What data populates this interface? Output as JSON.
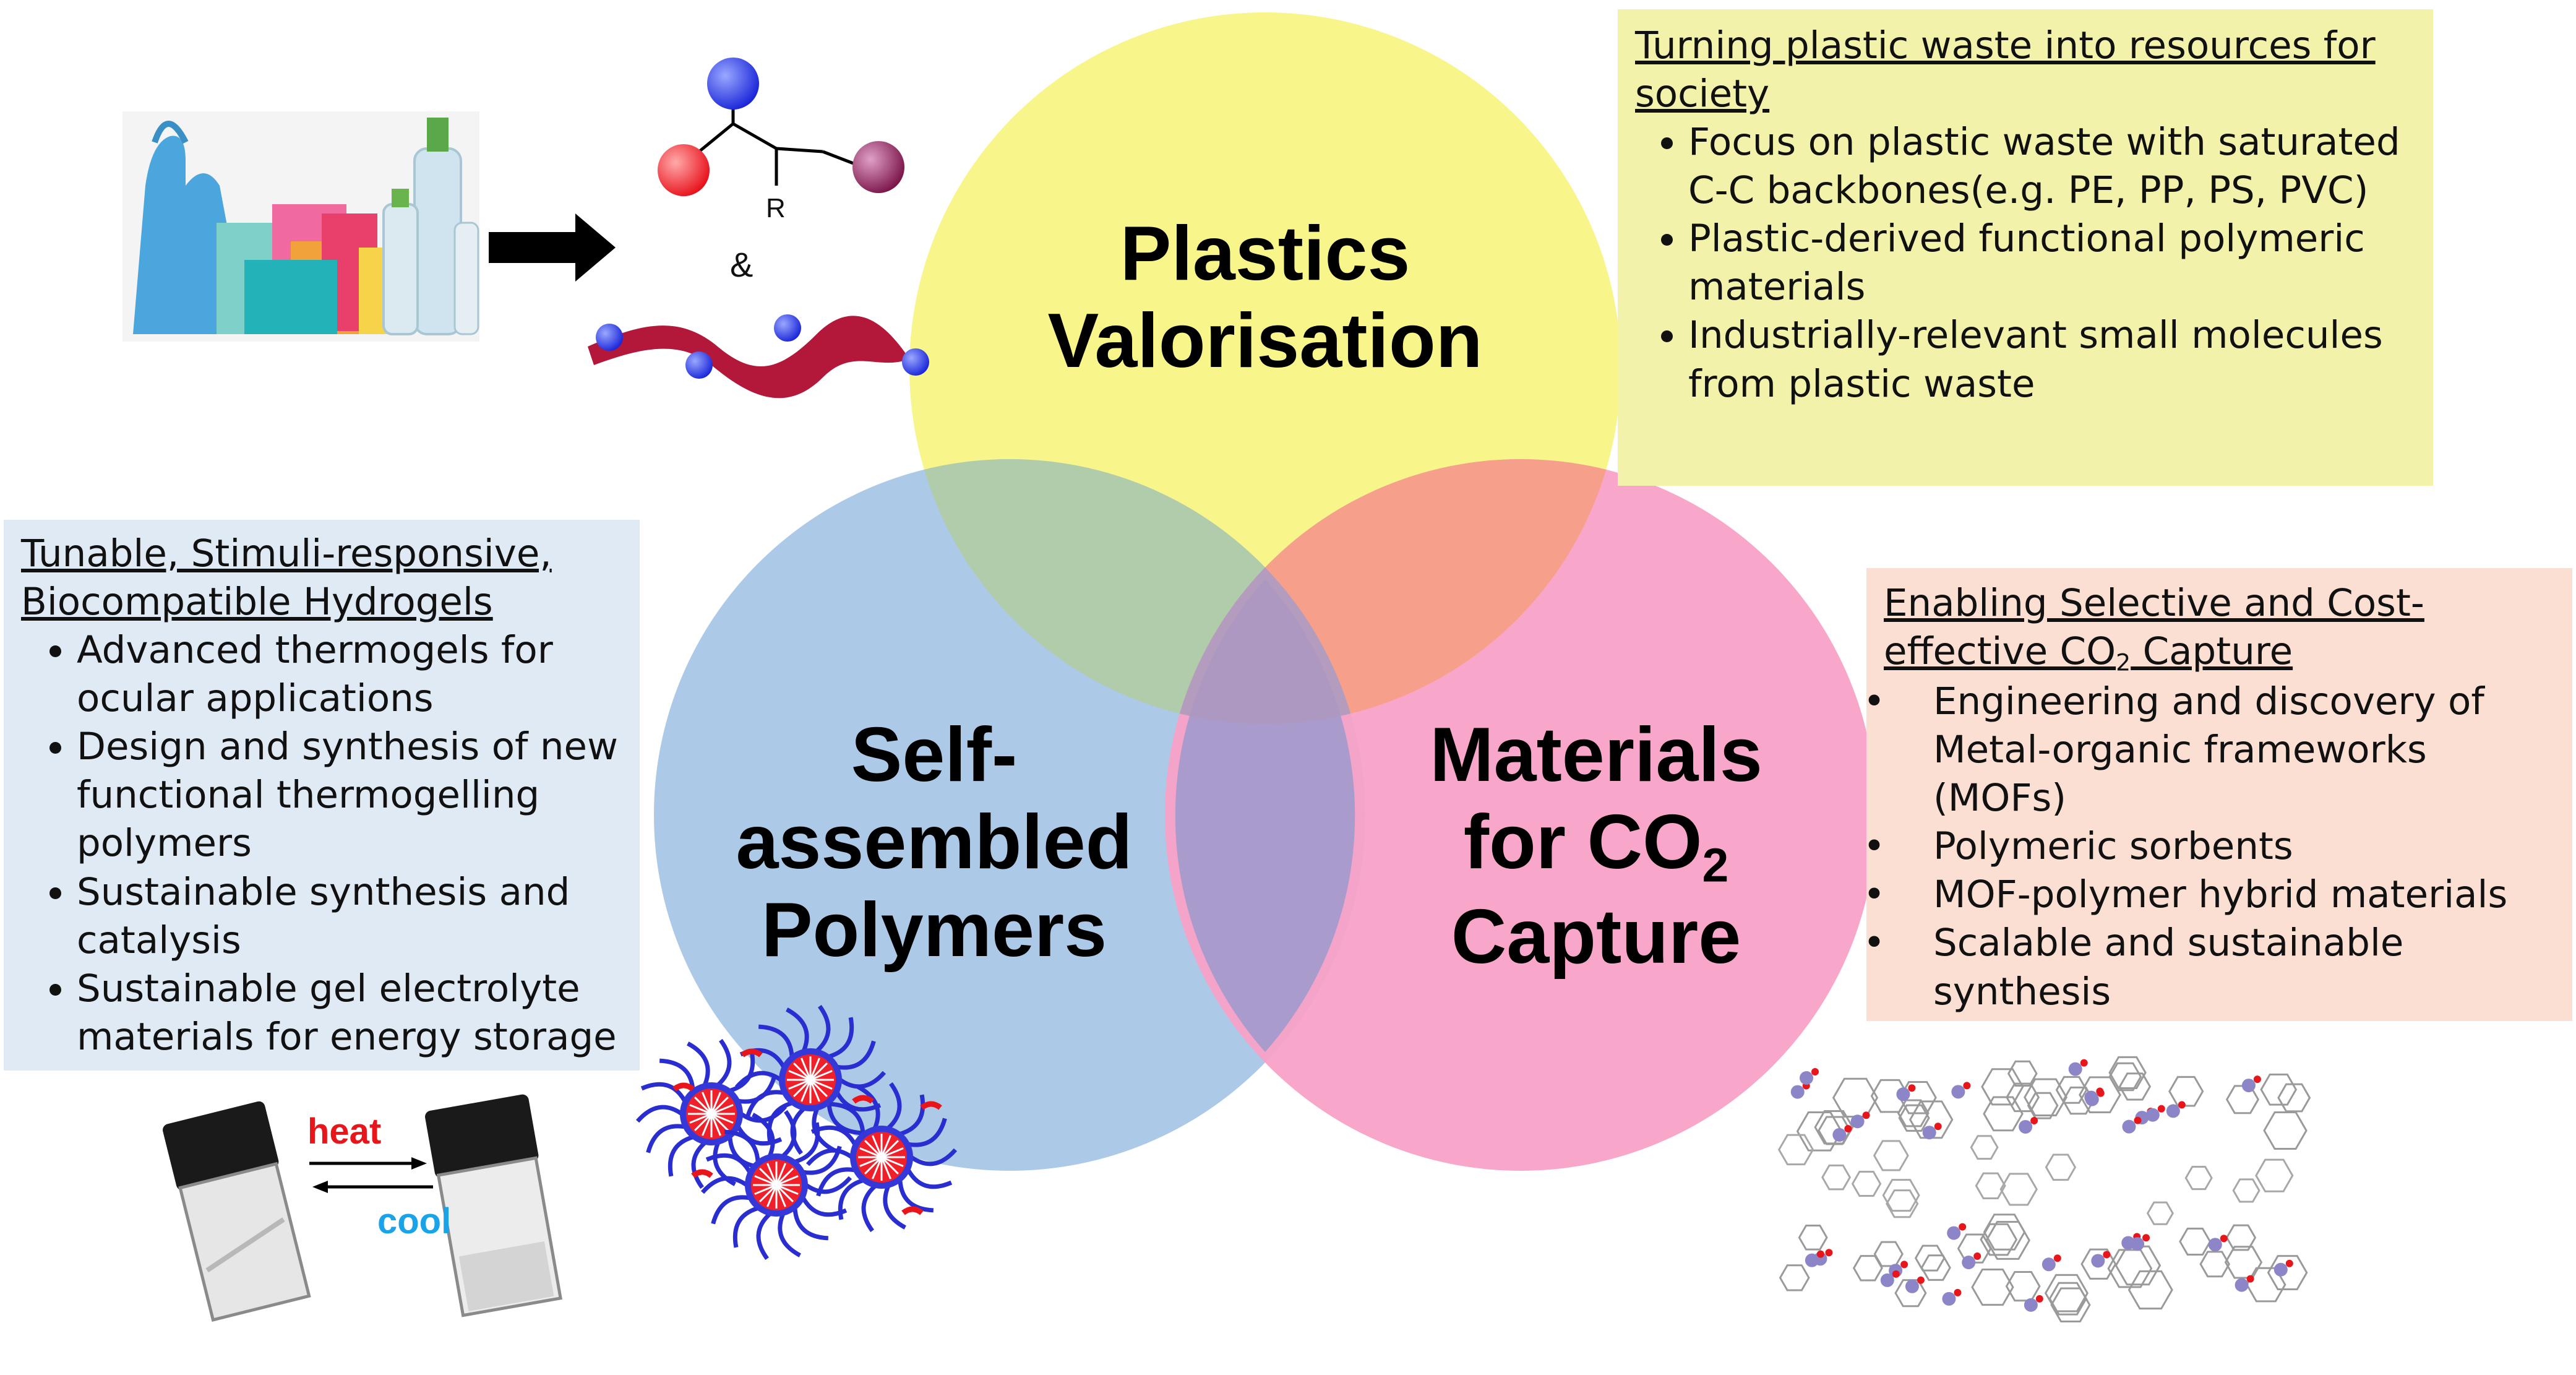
{
  "circles": {
    "plastics": {
      "line1": "Plastics",
      "line2": "Valorisation",
      "color": "#f8f68a"
    },
    "polymers": {
      "line1": "Self-",
      "line2": "assembled",
      "line3": "Polymers",
      "color": "#a9c8e6"
    },
    "co2": {
      "line1": "Materials",
      "line2_pre": "for CO",
      "line2_sub": "2",
      "line3": "Capture",
      "color": "#f8a2c8"
    }
  },
  "boxes": {
    "plastics": {
      "heading": "Turning plastic waste into resources for society",
      "bg": "#f2f2aa",
      "items": [
        "Focus on plastic waste with saturated C-C backbones(e.g. PE, PP, PS, PVC)",
        "Plastic-derived functional polymeric materials",
        "Industrially-relevant small molecules from plastic waste"
      ]
    },
    "hydrogels": {
      "heading_line1": "Tunable, Stimuli-responsive,",
      "heading_line2": "Biocompatible Hydrogels",
      "bg": "#dfeaf4",
      "items": [
        "Advanced thermogels for ocular applications",
        "Design and synthesis of new functional thermogelling polymers",
        "Sustainable synthesis and catalysis",
        "Sustainable gel electrolyte materials for energy storage"
      ]
    },
    "co2": {
      "heading_line1": "Enabling Selective and Cost-",
      "heading_pre": "effective CO",
      "heading_sub": "2",
      "heading_post": " Capture",
      "bg": "#fbdfd2",
      "items": [
        "Engineering and discovery of Metal-organic frameworks (MOFs)",
        "Polymeric sorbents",
        "MOF-polymer hybrid materials",
        "Scalable and sustainable synthesis"
      ]
    }
  },
  "molecule": {
    "r_label": "R",
    "and_label": "&"
  },
  "vials": {
    "heat_label": "heat",
    "cool_label": "cool",
    "heat_color": "#e8161b",
    "cool_color": "#1aa3e8"
  }
}
